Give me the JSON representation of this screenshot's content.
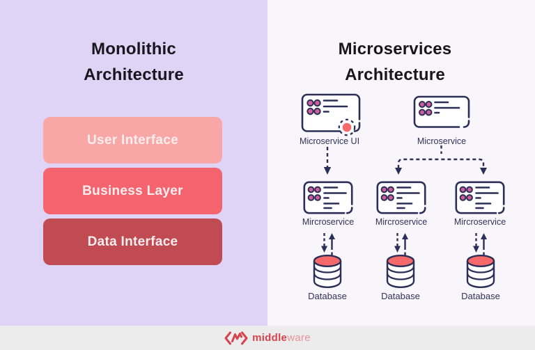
{
  "left_panel": {
    "title": [
      "Monolithic",
      "Architecture"
    ],
    "layers": [
      {
        "label": "User Interface",
        "bg": "#f9a7a6"
      },
      {
        "label": "Business Layer",
        "bg": "#f4646e"
      },
      {
        "label": "Data Interface",
        "bg": "#c04b52"
      }
    ]
  },
  "right_panel": {
    "title": [
      "Microservices",
      "Architecture"
    ],
    "top_nodes": [
      {
        "label": "Microservice UI"
      },
      {
        "label": "Microservice"
      }
    ],
    "mid_nodes": [
      {
        "label": "Mircroservice"
      },
      {
        "label": "Mircroservice"
      },
      {
        "label": "Mircroservice"
      }
    ],
    "databases": [
      {
        "label": "Database"
      },
      {
        "label": "Database"
      },
      {
        "label": "Database"
      }
    ]
  },
  "footer": {
    "brand_bold": "middle",
    "brand_light": "ware"
  },
  "colors": {
    "left_bg": "#e0d4f6",
    "right_bg": "#f8f5fb",
    "footer_bg": "#ececec",
    "navy": "#2b2f58",
    "circle_pink": "#ce5f9b",
    "accent_salmon": "#f5696b",
    "title_text": "#17161d",
    "layer_text": "#ffeef0",
    "label_text": "#2f3359",
    "logo_red": "#d6434e",
    "logo_red_light": "#e8939a"
  }
}
